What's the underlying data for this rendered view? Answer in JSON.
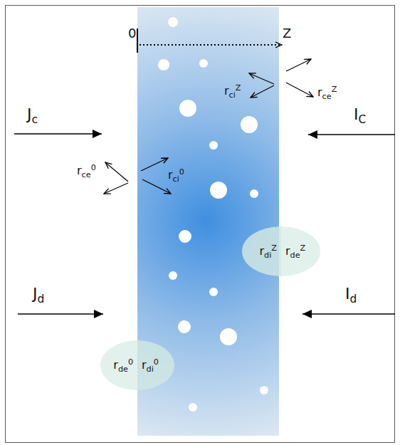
{
  "diagram": {
    "nodes": [
      {
        "text": [
          "rdiZ"
        ]
      },
      {
        "text": [
          "rdeZ"
        ]
      },
      {
        "text": [
          "rde0"
        ]
      },
      {
        "text": [
          "rdi0"
        ]
      }
    ],
    "labels": [
      "0",
      "Z",
      "Jc",
      "IC",
      "rciZ",
      "rceZ",
      "rce0",
      "rci0",
      "Jd",
      "Id"
    ]
  }
}
